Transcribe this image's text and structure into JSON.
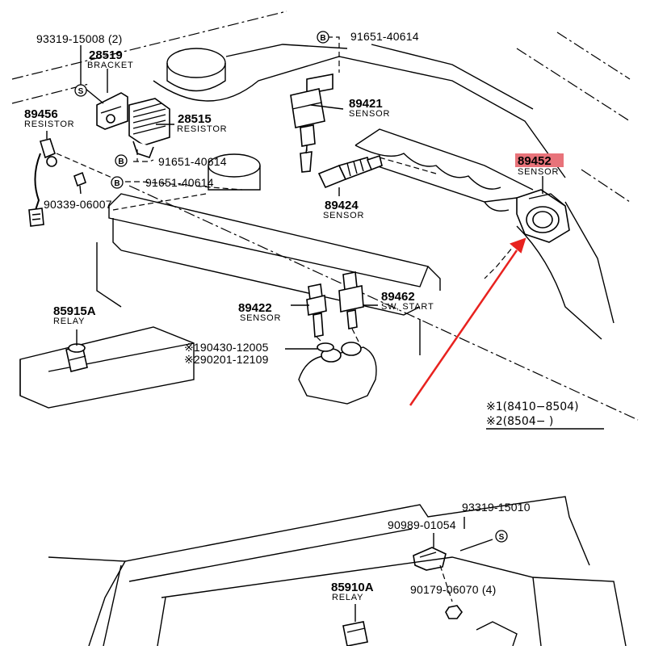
{
  "parts": {
    "p93319_15008": "93319-15008 (2)",
    "p28519": "28519",
    "p28519_desc": "BRACKET",
    "p89456": "89456",
    "p89456_desc": "RESISTOR",
    "p28515": "28515",
    "p28515_desc": "RESISTOR",
    "p91651_40614_top": "91651-40614",
    "p89421": "89421",
    "p89421_desc": "SENSOR",
    "p91651_40614_b1": "91651-40614",
    "p91651_40614_b2": "91651-40614",
    "p90339_06007": "90339-06007",
    "p89424": "89424",
    "p89424_desc": "SENSOR",
    "p89452": "89452",
    "p89452_desc": "SENSOR",
    "p85915A": "85915A",
    "p85915A_desc": "RELAY",
    "p89422": "89422",
    "p89422_desc": "SENSOR",
    "p89462": "89462",
    "p89462_desc": "SW, START",
    "p190430": "※190430-12005",
    "p290201": "※290201-12109",
    "p93319_15010": "93319-15010",
    "p90989_01054": "90989-01054",
    "p85910A": "85910A",
    "p85910A_desc": "RELAY",
    "p90179_06070": "90179-06070 (4)"
  },
  "symbols": {
    "s": "S",
    "b": "B"
  },
  "notes": {
    "n1": "※1(8410−8504)",
    "n2": "※2(8504−        )"
  },
  "highlight_color": "#e8737a",
  "arrow_color": "#e8221f"
}
